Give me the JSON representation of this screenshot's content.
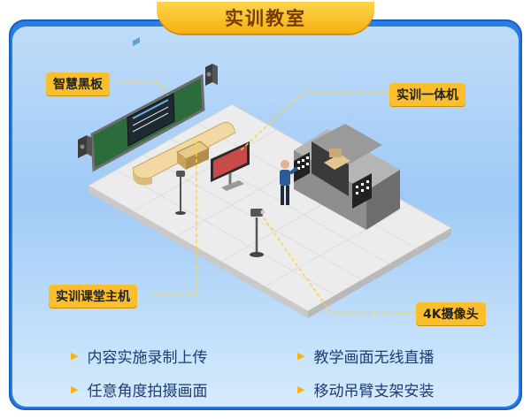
{
  "title": "实训教室",
  "labels": {
    "blackboard": "智慧黑板",
    "all_in_one": "实训一体机",
    "host": "实训课堂主机",
    "camera": "4K摄像头"
  },
  "features": [
    "内容实施录制上传",
    "教学画面无线直播",
    "任意角度拍摄画面",
    "移动吊臂支架安装"
  ],
  "colors": {
    "frame": "#2a7ce6",
    "accent": "#fbbf2d",
    "floor": "#eeeeee",
    "board": "#2b6b3c"
  }
}
